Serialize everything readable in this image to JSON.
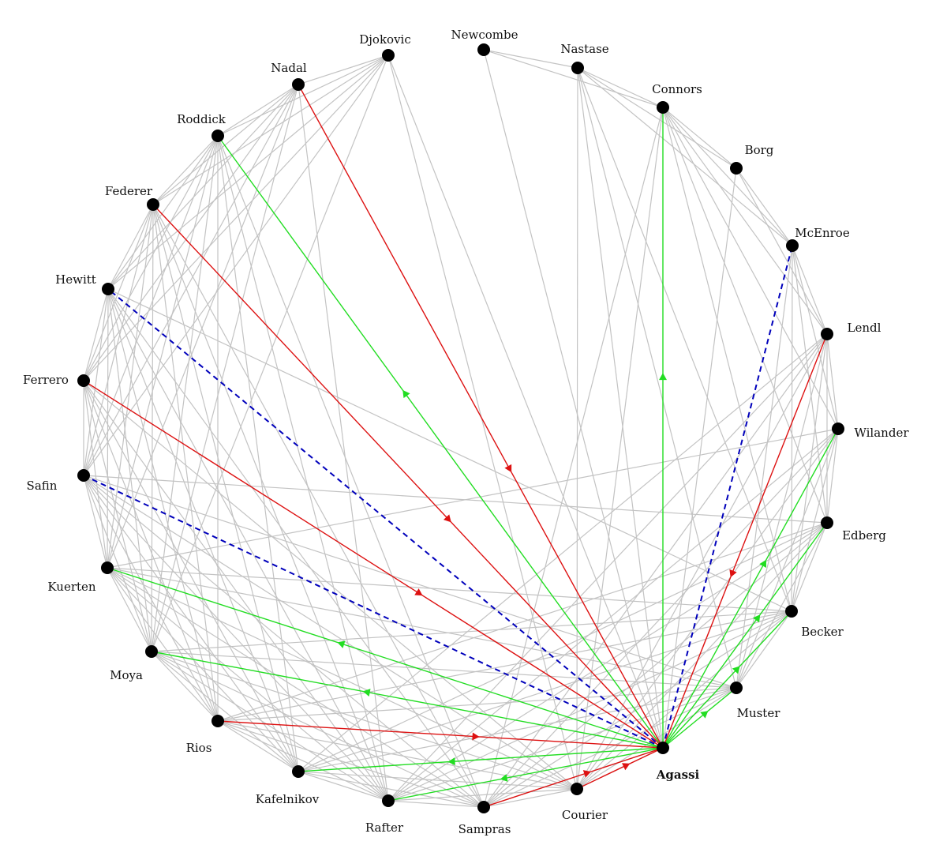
{
  "center_player": "Agassi",
  "players": [
    {
      "id": "newcombe",
      "label": "Newcombe"
    },
    {
      "id": "nastase",
      "label": "Nastase"
    },
    {
      "id": "connors",
      "label": "Connors"
    },
    {
      "id": "borg",
      "label": "Borg"
    },
    {
      "id": "mcenroe",
      "label": "McEnroe"
    },
    {
      "id": "lendl",
      "label": "Lendl"
    },
    {
      "id": "wilander",
      "label": "Wilander"
    },
    {
      "id": "edberg",
      "label": "Edberg"
    },
    {
      "id": "becker",
      "label": "Becker"
    },
    {
      "id": "muster",
      "label": "Muster"
    },
    {
      "id": "agassi",
      "label": "Agassi"
    },
    {
      "id": "courier",
      "label": "Courier"
    },
    {
      "id": "sampras",
      "label": "Sampras"
    },
    {
      "id": "rafter",
      "label": "Rafter"
    },
    {
      "id": "kafelnikov",
      "label": "Kafelnikov"
    },
    {
      "id": "rios",
      "label": "Rios"
    },
    {
      "id": "moya",
      "label": "Moya"
    },
    {
      "id": "kuerten",
      "label": "Kuerten"
    },
    {
      "id": "safin",
      "label": "Safin"
    },
    {
      "id": "ferrero",
      "label": "Ferrero"
    },
    {
      "id": "hewitt",
      "label": "Hewitt"
    },
    {
      "id": "federer",
      "label": "Federer"
    },
    {
      "id": "roddick",
      "label": "Roddick"
    },
    {
      "id": "nadal",
      "label": "Nadal"
    },
    {
      "id": "djokovic",
      "label": "Djokovic"
    }
  ],
  "edge_styles": {
    "grey": "#c3c3c3",
    "win": "#22dd22",
    "loss": "#dd1111",
    "dashed": "#0000bb"
  },
  "highlighted_edges": [
    {
      "from": "agassi",
      "to": "connors",
      "style": "win"
    },
    {
      "from": "agassi",
      "to": "roddick",
      "style": "win"
    },
    {
      "from": "agassi",
      "to": "kuerten",
      "style": "win"
    },
    {
      "from": "agassi",
      "to": "moya",
      "style": "win"
    },
    {
      "from": "agassi",
      "to": "kafelnikov",
      "style": "win"
    },
    {
      "from": "agassi",
      "to": "rafter",
      "style": "win"
    },
    {
      "from": "agassi",
      "to": "wilander",
      "style": "win"
    },
    {
      "from": "agassi",
      "to": "edberg",
      "style": "win"
    },
    {
      "from": "agassi",
      "to": "becker",
      "style": "win"
    },
    {
      "from": "agassi",
      "to": "muster",
      "style": "win"
    },
    {
      "from": "nadal",
      "to": "agassi",
      "style": "loss"
    },
    {
      "from": "federer",
      "to": "agassi",
      "style": "loss"
    },
    {
      "from": "ferrero",
      "to": "agassi",
      "style": "loss"
    },
    {
      "from": "lendl",
      "to": "agassi",
      "style": "loss"
    },
    {
      "from": "rios",
      "to": "agassi",
      "style": "loss"
    },
    {
      "from": "sampras",
      "to": "agassi",
      "style": "loss"
    },
    {
      "from": "courier",
      "to": "agassi",
      "style": "loss"
    },
    {
      "from": "agassi",
      "to": "hewitt",
      "style": "dashed"
    },
    {
      "from": "agassi",
      "to": "safin",
      "style": "dashed"
    },
    {
      "from": "agassi",
      "to": "mcenroe",
      "style": "dashed"
    }
  ],
  "grey_edges": [
    [
      "newcombe",
      "nastase"
    ],
    [
      "newcombe",
      "connors"
    ],
    [
      "nastase",
      "connors"
    ],
    [
      "nastase",
      "borg"
    ],
    [
      "nastase",
      "mcenroe"
    ],
    [
      "nastase",
      "courier"
    ],
    [
      "nastase",
      "muster"
    ],
    [
      "nastase",
      "becker"
    ],
    [
      "connors",
      "borg"
    ],
    [
      "connors",
      "mcenroe"
    ],
    [
      "connors",
      "lendl"
    ],
    [
      "connors",
      "wilander"
    ],
    [
      "connors",
      "edberg"
    ],
    [
      "connors",
      "becker"
    ],
    [
      "connors",
      "sampras"
    ],
    [
      "connors",
      "courier"
    ],
    [
      "borg",
      "mcenroe"
    ],
    [
      "borg",
      "lendl"
    ],
    [
      "mcenroe",
      "lendl"
    ],
    [
      "mcenroe",
      "wilander"
    ],
    [
      "mcenroe",
      "edberg"
    ],
    [
      "mcenroe",
      "becker"
    ],
    [
      "mcenroe",
      "muster"
    ],
    [
      "lendl",
      "wilander"
    ],
    [
      "lendl",
      "edberg"
    ],
    [
      "lendl",
      "becker"
    ],
    [
      "lendl",
      "muster"
    ],
    [
      "lendl",
      "courier"
    ],
    [
      "lendl",
      "sampras"
    ],
    [
      "lendl",
      "rafter"
    ],
    [
      "lendl",
      "kafelnikov"
    ],
    [
      "wilander",
      "edberg"
    ],
    [
      "wilander",
      "becker"
    ],
    [
      "wilander",
      "muster"
    ],
    [
      "wilander",
      "courier"
    ],
    [
      "wilander",
      "sampras"
    ],
    [
      "wilander",
      "rafter"
    ],
    [
      "wilander",
      "kuerten"
    ],
    [
      "edberg",
      "becker"
    ],
    [
      "edberg",
      "muster"
    ],
    [
      "edberg",
      "courier"
    ],
    [
      "edberg",
      "sampras"
    ],
    [
      "edberg",
      "rafter"
    ],
    [
      "edberg",
      "kafelnikov"
    ],
    [
      "edberg",
      "safin"
    ],
    [
      "edberg",
      "rios"
    ],
    [
      "becker",
      "muster"
    ],
    [
      "becker",
      "courier"
    ],
    [
      "becker",
      "sampras"
    ],
    [
      "becker",
      "rafter"
    ],
    [
      "becker",
      "kafelnikov"
    ],
    [
      "becker",
      "rios"
    ],
    [
      "becker",
      "moya"
    ],
    [
      "becker",
      "kuerten"
    ],
    [
      "becker",
      "hewitt"
    ],
    [
      "muster",
      "courier"
    ],
    [
      "muster",
      "sampras"
    ],
    [
      "muster",
      "rafter"
    ],
    [
      "muster",
      "kafelnikov"
    ],
    [
      "muster",
      "rios"
    ],
    [
      "muster",
      "moya"
    ],
    [
      "muster",
      "kuerten"
    ],
    [
      "muster",
      "safin"
    ],
    [
      "courier",
      "sampras"
    ],
    [
      "courier",
      "rafter"
    ],
    [
      "courier",
      "kafelnikov"
    ],
    [
      "courier",
      "rios"
    ],
    [
      "courier",
      "moya"
    ],
    [
      "courier",
      "kuerten"
    ],
    [
      "courier",
      "safin"
    ],
    [
      "courier",
      "ferrero"
    ],
    [
      "courier",
      "djokovic"
    ],
    [
      "sampras",
      "rafter"
    ],
    [
      "sampras",
      "kafelnikov"
    ],
    [
      "sampras",
      "rios"
    ],
    [
      "sampras",
      "moya"
    ],
    [
      "sampras",
      "kuerten"
    ],
    [
      "sampras",
      "safin"
    ],
    [
      "sampras",
      "hewitt"
    ],
    [
      "sampras",
      "federer"
    ],
    [
      "sampras",
      "roddick"
    ],
    [
      "rafter",
      "kafelnikov"
    ],
    [
      "rafter",
      "rios"
    ],
    [
      "rafter",
      "moya"
    ],
    [
      "rafter",
      "kuerten"
    ],
    [
      "rafter",
      "safin"
    ],
    [
      "rafter",
      "ferrero"
    ],
    [
      "rafter",
      "hewitt"
    ],
    [
      "rafter",
      "federer"
    ],
    [
      "rafter",
      "roddick"
    ],
    [
      "rafter",
      "nadal"
    ],
    [
      "kafelnikov",
      "rios"
    ],
    [
      "kafelnikov",
      "moya"
    ],
    [
      "kafelnikov",
      "kuerten"
    ],
    [
      "kafelnikov",
      "safin"
    ],
    [
      "kafelnikov",
      "ferrero"
    ],
    [
      "kafelnikov",
      "hewitt"
    ],
    [
      "kafelnikov",
      "federer"
    ],
    [
      "kafelnikov",
      "roddick"
    ],
    [
      "rios",
      "moya"
    ],
    [
      "rios",
      "kuerten"
    ],
    [
      "rios",
      "safin"
    ],
    [
      "rios",
      "ferrero"
    ],
    [
      "rios",
      "hewitt"
    ],
    [
      "rios",
      "federer"
    ],
    [
      "rios",
      "roddick"
    ],
    [
      "moya",
      "kuerten"
    ],
    [
      "moya",
      "safin"
    ],
    [
      "moya",
      "ferrero"
    ],
    [
      "moya",
      "hewitt"
    ],
    [
      "moya",
      "federer"
    ],
    [
      "moya",
      "roddick"
    ],
    [
      "moya",
      "nadal"
    ],
    [
      "moya",
      "djokovic"
    ],
    [
      "kuerten",
      "safin"
    ],
    [
      "kuerten",
      "ferrero"
    ],
    [
      "kuerten",
      "hewitt"
    ],
    [
      "kuerten",
      "federer"
    ],
    [
      "kuerten",
      "roddick"
    ],
    [
      "kuerten",
      "nadal"
    ],
    [
      "safin",
      "ferrero"
    ],
    [
      "safin",
      "hewitt"
    ],
    [
      "safin",
      "federer"
    ],
    [
      "safin",
      "roddick"
    ],
    [
      "safin",
      "nadal"
    ],
    [
      "safin",
      "djokovic"
    ],
    [
      "ferrero",
      "hewitt"
    ],
    [
      "ferrero",
      "federer"
    ],
    [
      "ferrero",
      "roddick"
    ],
    [
      "ferrero",
      "nadal"
    ],
    [
      "ferrero",
      "djokovic"
    ],
    [
      "hewitt",
      "federer"
    ],
    [
      "hewitt",
      "roddick"
    ],
    [
      "hewitt",
      "nadal"
    ],
    [
      "hewitt",
      "djokovic"
    ],
    [
      "federer",
      "roddick"
    ],
    [
      "federer",
      "nadal"
    ],
    [
      "federer",
      "djokovic"
    ],
    [
      "roddick",
      "nadal"
    ],
    [
      "roddick",
      "djokovic"
    ],
    [
      "nadal",
      "djokovic"
    ],
    [
      "agassi",
      "nastase"
    ],
    [
      "agassi",
      "borg"
    ],
    [
      "agassi",
      "courier"
    ],
    [
      "agassi",
      "sampras"
    ],
    [
      "agassi",
      "djokovic"
    ],
    [
      "agassi",
      "newcombe"
    ]
  ]
}
